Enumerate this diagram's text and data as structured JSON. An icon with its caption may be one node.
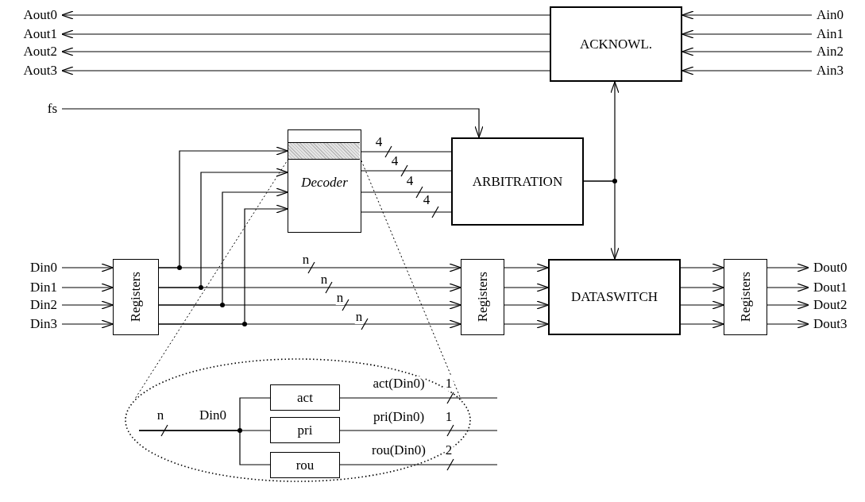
{
  "diagram": {
    "nodes": [
      {
        "text": [
          "ACKNOWL."
        ]
      },
      {
        "text": [
          "Aout0"
        ]
      },
      {
        "text": [
          "Aout1"
        ]
      },
      {
        "text": [
          "Aout2"
        ]
      },
      {
        "text": [
          "Aout3"
        ]
      },
      {
        "text": [
          "Ain0"
        ]
      },
      {
        "text": [
          "Ain1"
        ]
      },
      {
        "text": [
          "Ain2"
        ]
      },
      {
        "text": [
          "Ain3"
        ]
      },
      {
        "text": [
          "fs"
        ]
      },
      {
        "text": [
          "Decoder"
        ]
      },
      {
        "text": [
          "ARBITRATION"
        ]
      },
      {
        "text": [
          "DATASWITCH"
        ]
      },
      {
        "text": [
          "Din0"
        ]
      },
      {
        "text": [
          "Din1"
        ]
      },
      {
        "text": [
          "Din2"
        ]
      },
      {
        "text": [
          "Din3"
        ]
      },
      {
        "text": [
          "Registers"
        ]
      },
      {
        "text": [
          "Registers"
        ]
      },
      {
        "text": [
          "Registers"
        ]
      },
      {
        "text": [
          "Dout0"
        ]
      },
      {
        "text": [
          "Dout1"
        ]
      },
      {
        "text": [
          "Dout2"
        ]
      },
      {
        "text": [
          "Dout3"
        ]
      },
      {
        "text": [],
        "shape": "ellipse"
      },
      {
        "text": [
          "act"
        ],
        "in": 24
      },
      {
        "text": [
          "pri"
        ],
        "in": 24
      },
      {
        "text": [
          "rou"
        ],
        "in": 24
      },
      {
        "text": [],
        "shape": "bar",
        "in": 10
      }
    ],
    "edges": [
      {
        "from": 0,
        "to": 1,
        "arrow": "to"
      },
      {
        "from": 0,
        "to": 2,
        "arrow": "to"
      },
      {
        "from": 0,
        "to": 3,
        "arrow": "to"
      },
      {
        "from": 0,
        "to": 4,
        "arrow": "to"
      },
      {
        "from": 5,
        "to": 0,
        "arrow": "to"
      },
      {
        "from": 6,
        "to": 0,
        "arrow": "to"
      },
      {
        "from": 7,
        "to": 0,
        "arrow": "to"
      },
      {
        "from": 8,
        "to": 0,
        "arrow": "to"
      },
      {
        "from": 9,
        "to": 11,
        "arrow": "to"
      },
      {
        "from": 13,
        "to": 17,
        "arrow": "to"
      },
      {
        "from": 14,
        "to": 17,
        "arrow": "to"
      },
      {
        "from": 15,
        "to": 17,
        "arrow": "to"
      },
      {
        "from": 16,
        "to": 17,
        "arrow": "to"
      },
      {
        "from": 17,
        "to": 18,
        "arrow": "to",
        "label": "n"
      },
      {
        "from": 17,
        "to": 18,
        "arrow": "to",
        "label": "n"
      },
      {
        "from": 17,
        "to": 18,
        "arrow": "to",
        "label": "n"
      },
      {
        "from": 17,
        "to": 18,
        "arrow": "to",
        "label": "n"
      },
      {
        "from": 17,
        "to": 10,
        "arrow": "to"
      },
      {
        "from": 17,
        "to": 10,
        "arrow": "to"
      },
      {
        "from": 17,
        "to": 10,
        "arrow": "to"
      },
      {
        "from": 17,
        "to": 10,
        "arrow": "to"
      },
      {
        "from": 10,
        "to": 11,
        "arrow": "none",
        "label": "4"
      },
      {
        "from": 10,
        "to": 11,
        "arrow": "none",
        "label": "4"
      },
      {
        "from": 10,
        "to": 11,
        "arrow": "none",
        "label": "4"
      },
      {
        "from": 10,
        "to": 11,
        "arrow": "none",
        "label": "4"
      },
      {
        "from": 11,
        "to": 0,
        "arrow": "to"
      },
      {
        "from": 11,
        "to": 12,
        "arrow": "to"
      },
      {
        "from": 18,
        "to": 12,
        "arrow": "to"
      },
      {
        "from": 18,
        "to": 12,
        "arrow": "to"
      },
      {
        "from": 18,
        "to": 12,
        "arrow": "to"
      },
      {
        "from": 18,
        "to": 12,
        "arrow": "to"
      },
      {
        "from": 12,
        "to": 19,
        "arrow": "to"
      },
      {
        "from": 12,
        "to": 19,
        "arrow": "to"
      },
      {
        "from": 12,
        "to": 19,
        "arrow": "to"
      },
      {
        "from": 12,
        "to": 19,
        "arrow": "to"
      },
      {
        "from": 19,
        "to": 20,
        "arrow": "to"
      },
      {
        "from": 19,
        "to": 21,
        "arrow": "to"
      },
      {
        "from": 19,
        "to": 22,
        "arrow": "to"
      },
      {
        "from": 19,
        "to": 23,
        "arrow": "to"
      },
      {
        "from": 28,
        "to": 24,
        "arrow": "none",
        "style": "dashed"
      },
      {
        "from": 28,
        "to": 24,
        "arrow": "none",
        "style": "dashed"
      },
      {
        "from": null,
        "to": 25,
        "arrow": "none"
      },
      {
        "from": null,
        "to": 26,
        "arrow": "none"
      },
      {
        "from": null,
        "to": 27,
        "arrow": "none"
      },
      {
        "from": 25,
        "to": null,
        "arrow": "none",
        "label": "act(Din0)"
      },
      {
        "from": 26,
        "to": null,
        "arrow": "none",
        "label": "pri(Din0)"
      },
      {
        "from": 27,
        "to": null,
        "arrow": "none",
        "label": "rou(Din0)"
      }
    ],
    "labels": [
      "1",
      "n",
      "Din0",
      "1",
      "2"
    ]
  }
}
